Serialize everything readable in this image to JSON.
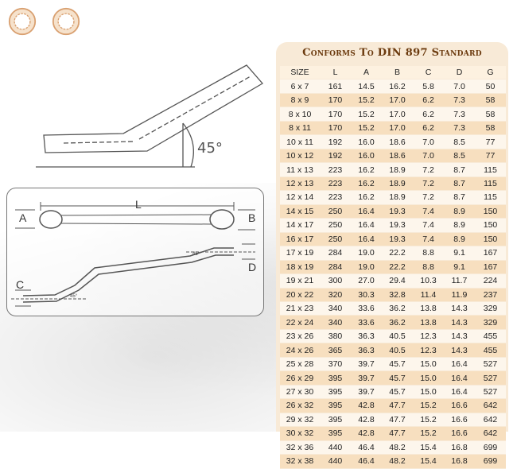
{
  "table": {
    "title": "Conforms To DIN 897 Standard",
    "headers": [
      "SIZE",
      "L",
      "A",
      "B",
      "C",
      "D",
      "G"
    ],
    "rows": [
      [
        "6 x 7",
        "161",
        "14.5",
        "16.2",
        "5.8",
        "7.0",
        "50"
      ],
      [
        "8 x 9",
        "170",
        "15.2",
        "17.0",
        "6.2",
        "7.3",
        "58"
      ],
      [
        "8 x 10",
        "170",
        "15.2",
        "17.0",
        "6.2",
        "7.3",
        "58"
      ],
      [
        "8 x 11",
        "170",
        "15.2",
        "17.0",
        "6.2",
        "7.3",
        "58"
      ],
      [
        "10 x 11",
        "192",
        "16.0",
        "18.6",
        "7.0",
        "8.5",
        "77"
      ],
      [
        "10 x 12",
        "192",
        "16.0",
        "18.6",
        "7.0",
        "8.5",
        "77"
      ],
      [
        "11 x 13",
        "223",
        "16.2",
        "18.9",
        "7.2",
        "8.7",
        "115"
      ],
      [
        "12 x 13",
        "223",
        "16.2",
        "18.9",
        "7.2",
        "8.7",
        "115"
      ],
      [
        "12 x 14",
        "223",
        "16.2",
        "18.9",
        "7.2",
        "8.7",
        "115"
      ],
      [
        "14 x 15",
        "250",
        "16.4",
        "19.3",
        "7.4",
        "8.9",
        "150"
      ],
      [
        "14 x 17",
        "250",
        "16.4",
        "19.3",
        "7.4",
        "8.9",
        "150"
      ],
      [
        "16 x 17",
        "250",
        "16.4",
        "19.3",
        "7.4",
        "8.9",
        "150"
      ],
      [
        "17 x 19",
        "284",
        "19.0",
        "22.2",
        "8.8",
        "9.1",
        "167"
      ],
      [
        "18 x 19",
        "284",
        "19.0",
        "22.2",
        "8.8",
        "9.1",
        "167"
      ],
      [
        "19 x 21",
        "300",
        "27.0",
        "29.4",
        "10.3",
        "11.7",
        "224"
      ],
      [
        "20 x 22",
        "320",
        "30.3",
        "32.8",
        "11.4",
        "11.9",
        "237"
      ],
      [
        "21 x 23",
        "340",
        "33.6",
        "36.2",
        "13.8",
        "14.3",
        "329"
      ],
      [
        "22 x 24",
        "340",
        "33.6",
        "36.2",
        "13.8",
        "14.3",
        "329"
      ],
      [
        "23 x 26",
        "380",
        "36.3",
        "40.5",
        "12.3",
        "14.3",
        "455"
      ],
      [
        "24 x 26",
        "365",
        "36.3",
        "40.5",
        "12.3",
        "14.3",
        "455"
      ],
      [
        "25 x 28",
        "370",
        "39.7",
        "45.7",
        "15.0",
        "16.4",
        "527"
      ],
      [
        "26 x 29",
        "395",
        "39.7",
        "45.7",
        "15.0",
        "16.4",
        "527"
      ],
      [
        "27 x 30",
        "395",
        "39.7",
        "45.7",
        "15.0",
        "16.4",
        "527"
      ],
      [
        "26 x 32",
        "395",
        "42.8",
        "47.7",
        "15.2",
        "16.6",
        "642"
      ],
      [
        "29 x 32",
        "395",
        "42.8",
        "47.7",
        "15.2",
        "16.6",
        "642"
      ],
      [
        "30 x 32",
        "395",
        "42.8",
        "47.7",
        "15.2",
        "16.6",
        "642"
      ],
      [
        "32 x 36",
        "440",
        "46.4",
        "48.2",
        "15.4",
        "16.8",
        "699"
      ],
      [
        "32 x 38",
        "440",
        "46.4",
        "48.2",
        "15.4",
        "16.8",
        "699"
      ]
    ]
  },
  "diagram": {
    "angle_label": "45°",
    "label_L": "L",
    "label_A": "A",
    "label_B": "B",
    "label_C": "C",
    "label_D": "D",
    "small_angle_1": "45°",
    "small_angle_2": "45°"
  },
  "icons": [
    "twelve-point-socket-icon",
    "twelve-point-socket-icon"
  ],
  "colors": {
    "title": "#6b3a0e",
    "table_bg": "#f8ead7",
    "row_light": "#fdf6ec",
    "row_dark": "#f7dfbf",
    "socket": "#e0a878"
  }
}
